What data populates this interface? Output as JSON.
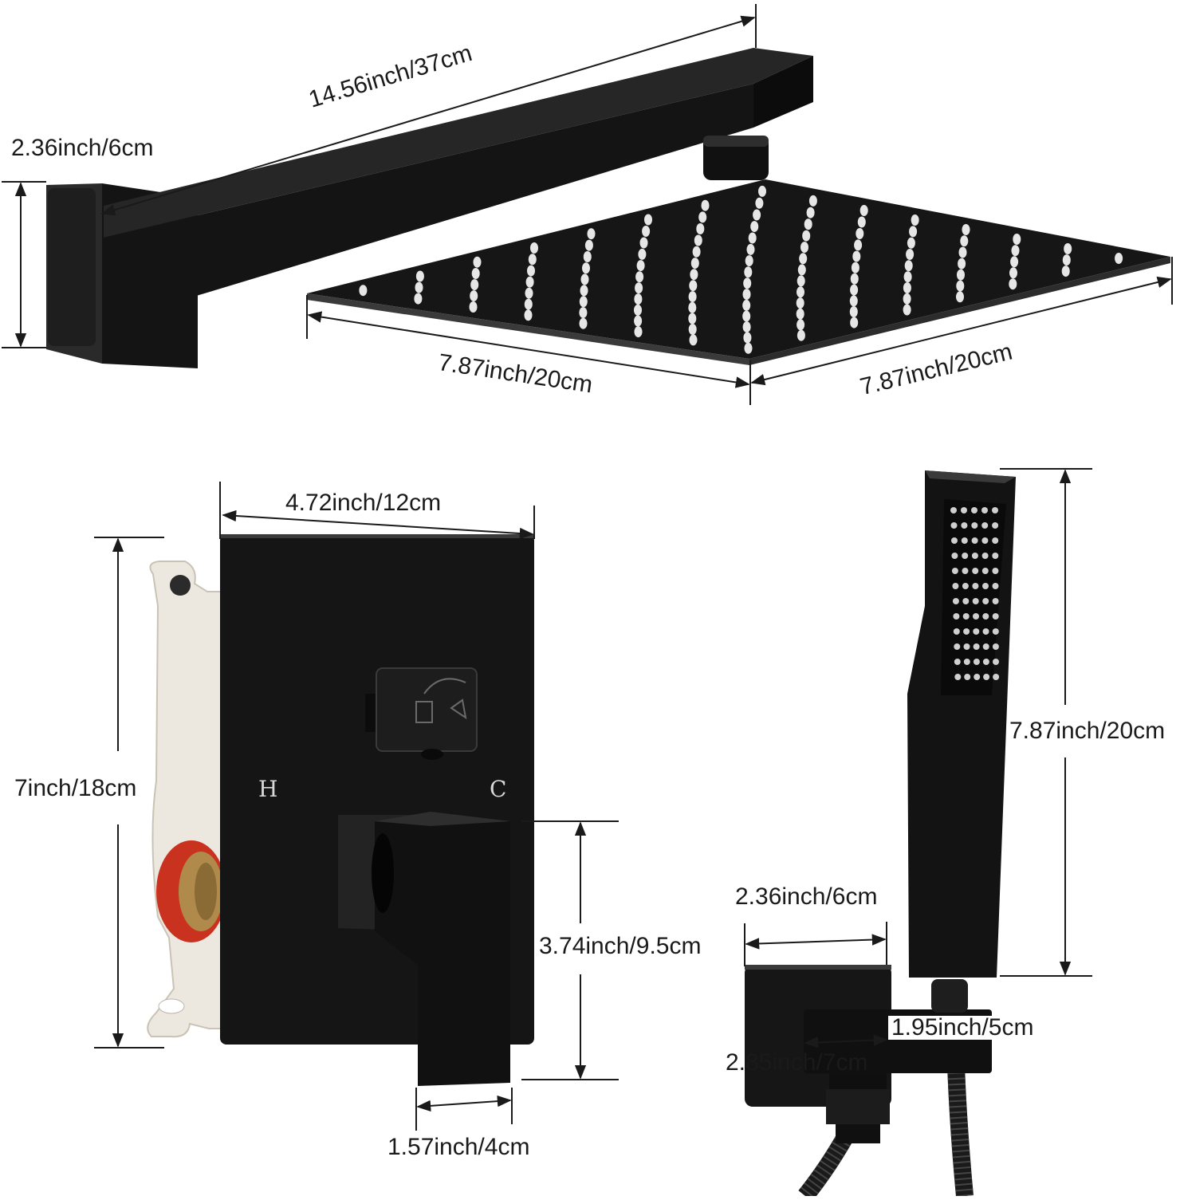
{
  "dimensions": {
    "arm_length": "14.56inch/37cm",
    "flange_height": "2.36inch/6cm",
    "head_width_front": "7.87inch/20cm",
    "head_width_side": "7.87inch/20cm",
    "plate_width": "4.72inch/12cm",
    "plate_height": "7inch/18cm",
    "handle_height": "3.74inch/9.5cm",
    "handle_width": "1.57inch/4cm",
    "handheld_length": "7.87inch/20cm",
    "bracket_width": "2.36inch/6cm",
    "bracket_depth": "1.95inch/5cm",
    "bracket_height": "2.85inch/7cm"
  },
  "valve_marks": {
    "hot": "H",
    "cold": "C"
  },
  "colors": {
    "fixture": "#141414",
    "rough_in_box": "#ece8df",
    "inlet_seal": "#c8321e",
    "brass": "#b08a4a",
    "line": "#1a1a1a"
  }
}
